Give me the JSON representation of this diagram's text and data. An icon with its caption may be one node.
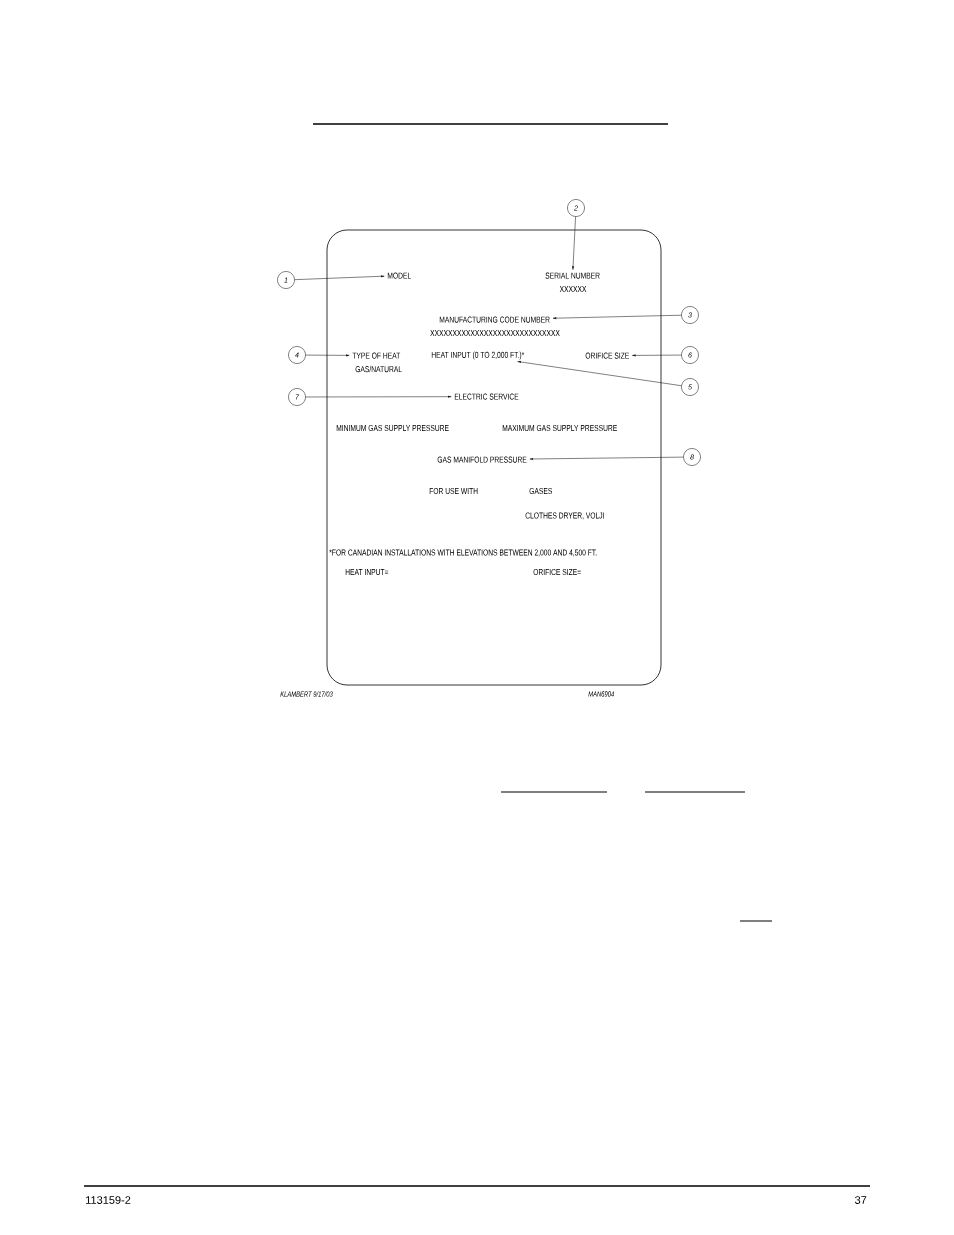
{
  "diagram": {
    "nodes": [
      {
        "text": [],
        "shape": "box"
      },
      {
        "text": [
          "MODEL"
        ],
        "in": 0
      },
      {
        "text": [
          "SERIAL NUMBER"
        ],
        "in": 0
      },
      {
        "text": [
          "MANUFACTURING CODE NUMBER"
        ],
        "in": 0
      },
      {
        "text": [
          "TYPE OF HEAT"
        ],
        "in": 0
      },
      {
        "text": [
          "HEAT INPUT (0 TO 2,000 FT.)*"
        ],
        "in": 0
      },
      {
        "text": [
          "ORIFICE SIZE"
        ],
        "in": 0
      },
      {
        "text": [
          "ELECTRIC SERVICE"
        ],
        "in": 0
      },
      {
        "text": [
          "GAS MANIFOLD PRESSURE"
        ],
        "in": 0
      },
      {
        "text": [
          "1"
        ]
      },
      {
        "text": [
          "2"
        ]
      },
      {
        "text": [
          "3"
        ]
      },
      {
        "text": [
          "4"
        ]
      },
      {
        "text": [
          "5"
        ]
      },
      {
        "text": [
          "6"
        ]
      },
      {
        "text": [
          "7"
        ]
      },
      {
        "text": [
          "8"
        ]
      }
    ],
    "edges": [
      {
        "from": 9,
        "to": 1,
        "arrow": "to"
      },
      {
        "from": 10,
        "to": 2,
        "arrow": "to"
      },
      {
        "from": 11,
        "to": 3,
        "arrow": "to"
      },
      {
        "from": 12,
        "to": 4,
        "arrow": "to"
      },
      {
        "from": 13,
        "to": 5,
        "arrow": "to"
      },
      {
        "from": 14,
        "to": 6,
        "arrow": "to"
      },
      {
        "from": 15,
        "to": 7,
        "arrow": "to"
      },
      {
        "from": 16,
        "to": 8,
        "arrow": "to"
      }
    ],
    "labels": [
      "XXXXXX",
      "XXXXXXXXXXXXXXXXXXXXXXXXXXXXX",
      "GAS/NATURAL",
      "MINIMUM GAS SUPPLY PRESSURE",
      "MAXIMUM GAS SUPPLY PRESSURE",
      "FOR USE WITH",
      "GASES",
      "CLOTHES DRYER, VOLJI",
      "*FOR CANADIAN INSTALLATIONS WITH ELEVATIONS BETWEEN 2,000 AND 4,500 FT.",
      "HEAT INPUT=",
      "ORIFICE SIZE=",
      "KLAMBERT 9/17/03",
      "MAN6904",
      "113159-2",
      "37"
    ]
  }
}
